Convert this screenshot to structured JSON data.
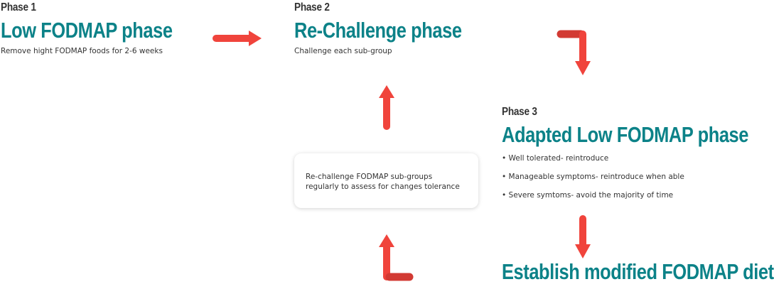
{
  "colors": {
    "title": "#0c8288",
    "text": "#333333",
    "arrow": "#f0443c",
    "arrow_dark": "#d23a33"
  },
  "phase1": {
    "label": "Phase 1",
    "title": "Low FODMAP phase",
    "description": "Remove hight FODMAP foods for 2-6 weeks"
  },
  "phase2": {
    "label": "Phase 2",
    "title": "Re-Challenge phase",
    "description": "Challenge each sub-group"
  },
  "phase3": {
    "label": "Phase 3",
    "title": "Adapted Low FODMAP phase",
    "bullets": [
      "• Well tolerated- reintroduce",
      "• Manageable symptoms- reintroduce when able",
      "• Severe symtoms- avoid the majority of time"
    ]
  },
  "note": {
    "lines": [
      "Re-challenge FODMAP sub-groups",
      "regularly to assess for changes tolerance"
    ]
  },
  "outcome": {
    "title": "Establish modified FODMAP diet"
  },
  "arrows": [
    {
      "name": "arrow-right-icon"
    },
    {
      "name": "arrow-corner-down-icon"
    },
    {
      "name": "arrow-up-icon"
    },
    {
      "name": "arrow-down-icon"
    },
    {
      "name": "arrow-corner-up-icon"
    }
  ]
}
